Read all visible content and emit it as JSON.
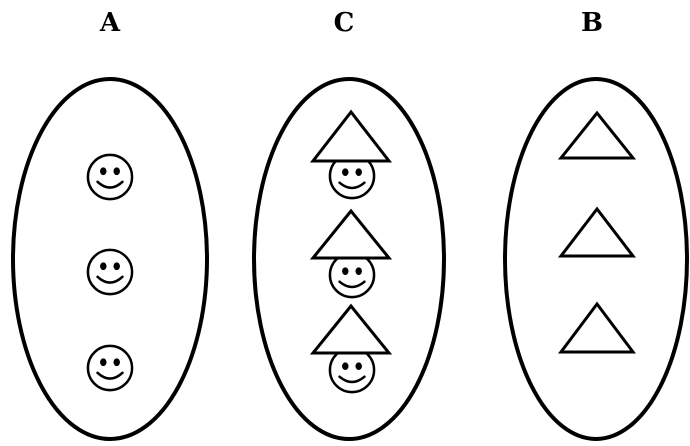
{
  "diagram": {
    "sets": [
      {
        "label": "A",
        "members": [
          "smiley-face",
          "smiley-face",
          "smiley-face"
        ]
      },
      {
        "label": "C",
        "members": [
          "smiley-face-with-triangle-hat",
          "smiley-face-with-triangle-hat",
          "smiley-face-with-triangle-hat"
        ]
      },
      {
        "label": "B",
        "members": [
          "triangle",
          "triangle",
          "triangle"
        ]
      }
    ]
  },
  "colors": {
    "stroke": "#000000",
    "background": "#ffffff"
  }
}
